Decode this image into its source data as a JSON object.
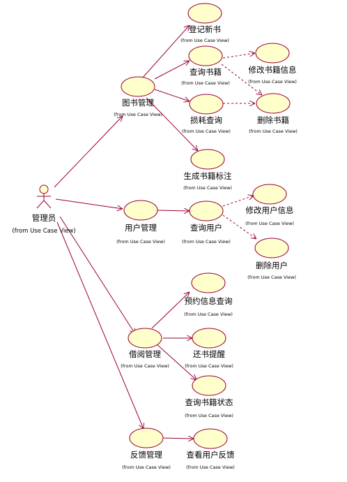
{
  "colors": {
    "usecase_fill": "#ffffcc",
    "line": "#990033",
    "text": "#000000"
  },
  "actor": {
    "name": "管理员",
    "source": "(from Use Case View)"
  },
  "use_cases": {
    "book_mgmt": {
      "name": "图书管理",
      "source": "(from Use Case View)"
    },
    "register_book": {
      "name": "登记新书",
      "source": "(from Use Case View)"
    },
    "query_book": {
      "name": "查询书籍",
      "source": "(from Use Case View)"
    },
    "modify_book": {
      "name": "修改书籍信息",
      "source": "(from Use Case View)"
    },
    "delete_book": {
      "name": "删除书籍",
      "source": "(from Use Case View)"
    },
    "loss_query": {
      "name": "损耗查询",
      "source": "(from Use Case View)"
    },
    "gen_label": {
      "name": "生成书籍标注",
      "source": "(from Use Case View)"
    },
    "user_mgmt": {
      "name": "用户管理",
      "source": "(from Use Case View)"
    },
    "query_user": {
      "name": "查询用户",
      "source": "(from Use Case View)"
    },
    "modify_user": {
      "name": "修改用户信息",
      "source": "(from Use Case View)"
    },
    "delete_user": {
      "name": "删除用户",
      "source": "(from Use Case View)"
    },
    "borrow_mgmt": {
      "name": "借阅管理",
      "source": "(from Use Case View)"
    },
    "reserve_query": {
      "name": "预约信息查询",
      "source": "(from Use Case View)"
    },
    "return_remind": {
      "name": "还书提醒",
      "source": "(from Use Case View)"
    },
    "book_status": {
      "name": "查询书籍状态",
      "source": "(from Use Case View)"
    },
    "feedback_mgmt": {
      "name": "反馈管理",
      "source": "(from Use Case View)"
    },
    "view_feedback": {
      "name": "查看用户反馈",
      "source": "(from Use Case View)"
    }
  }
}
